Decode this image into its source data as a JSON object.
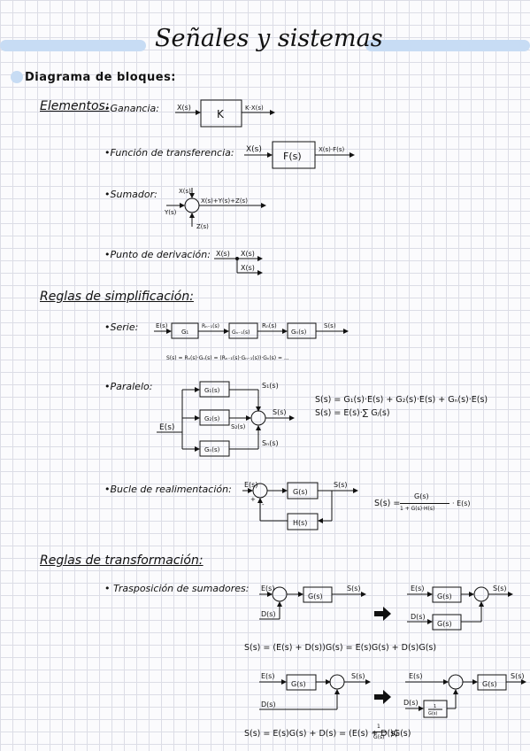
{
  "title": "Señales y sistemas",
  "section": "Diagrama de bloques:",
  "elementos": {
    "heading": "Elementos:",
    "ganancia": {
      "label": "•Ganancia:",
      "in": "X(s)",
      "block": "K",
      "out": "K·X(s)"
    },
    "funcion": {
      "label": "•Función de transferencia:",
      "in": "X(s)",
      "block": "F(s)",
      "out": "X(s)·F(s)"
    },
    "sumador": {
      "label": "•Sumador:",
      "top": "X(s)",
      "left": "Y(s)",
      "bottom": "Z(s)",
      "out": "X(s)+Y(s)+Z(s)"
    },
    "derivacion": {
      "label": "•Punto de derivación:",
      "in": "X(s)",
      "out1": "X(s)",
      "out2": "X(s)"
    }
  },
  "simplificacion": {
    "heading": "Reglas de simplificación:",
    "serie": {
      "label": "•Serie:",
      "in": "E(s)",
      "b1": "G₁",
      "s1": "Rₙ₋₁(s)",
      "b2": "Gₙ₋₁(s)",
      "s2": "Rₙ(s)",
      "b3": "Gₙ(s)",
      "out": "S(s)",
      "formula": "S(s) = Rₙ(s)·Gₙ(s) = (Rₙ₋₁(s)·Gₙ₋₁(s))·Gₙ(s) = ..."
    },
    "paralelo": {
      "label": "•Paralelo:",
      "in": "E(s)",
      "b1": "G₁(s)",
      "b2": "G₂(s)",
      "b3": "Gₙ(s)",
      "s1": "S₁(s)",
      "s2": "S₂(s)",
      "sn": "Sₙ(s)",
      "out": "S(s)",
      "formula1": "S(s) = G₁(s)·E(s) + G₂(s)·E(s) + Gₙ(s)·E(s)",
      "formula2": "S(s) = E(s)·∑ Gⱼ(s)"
    },
    "bucle": {
      "label": "•Bucle de realimentación:",
      "in": "E(s)",
      "g": "G(s)",
      "h": "H(s)",
      "out": "S(s)",
      "lhs": "S(s) =",
      "num": "G(s)",
      "den": "1 + G(s)·H(s)",
      "rhs": "· E(s)"
    }
  },
  "transformacion": {
    "heading": "Reglas de transformación:",
    "trasposicion": {
      "label": "• Trasposición de sumadores:"
    },
    "d1": {
      "e": "E(s)",
      "d": "D(s)",
      "g": "G(s)",
      "s": "S(s)"
    },
    "d2": {
      "e": "E(s)",
      "d": "D(s)",
      "g1": "G(s)",
      "g2": "G(s)",
      "s": "S(s)"
    },
    "formula1": "S(s) = (E(s) + D(s))G(s) = E(s)G(s) + D(s)G(s)",
    "d3": {
      "e": "E(s)",
      "d": "D(s)",
      "g": "G(s)",
      "s": "S(s)"
    },
    "d4": {
      "e": "E(s)",
      "d": "D(s)",
      "g": "G(s)",
      "inv_num": "1",
      "inv_den": "G(s)",
      "s": "S(s)"
    },
    "formula2_a": "S(s) = E(s)G(s) + D(s) = (E(s) + D(s)",
    "formula2_num": "1",
    "formula2_den": "G(s)",
    "formula2_b": ")G(s)"
  }
}
